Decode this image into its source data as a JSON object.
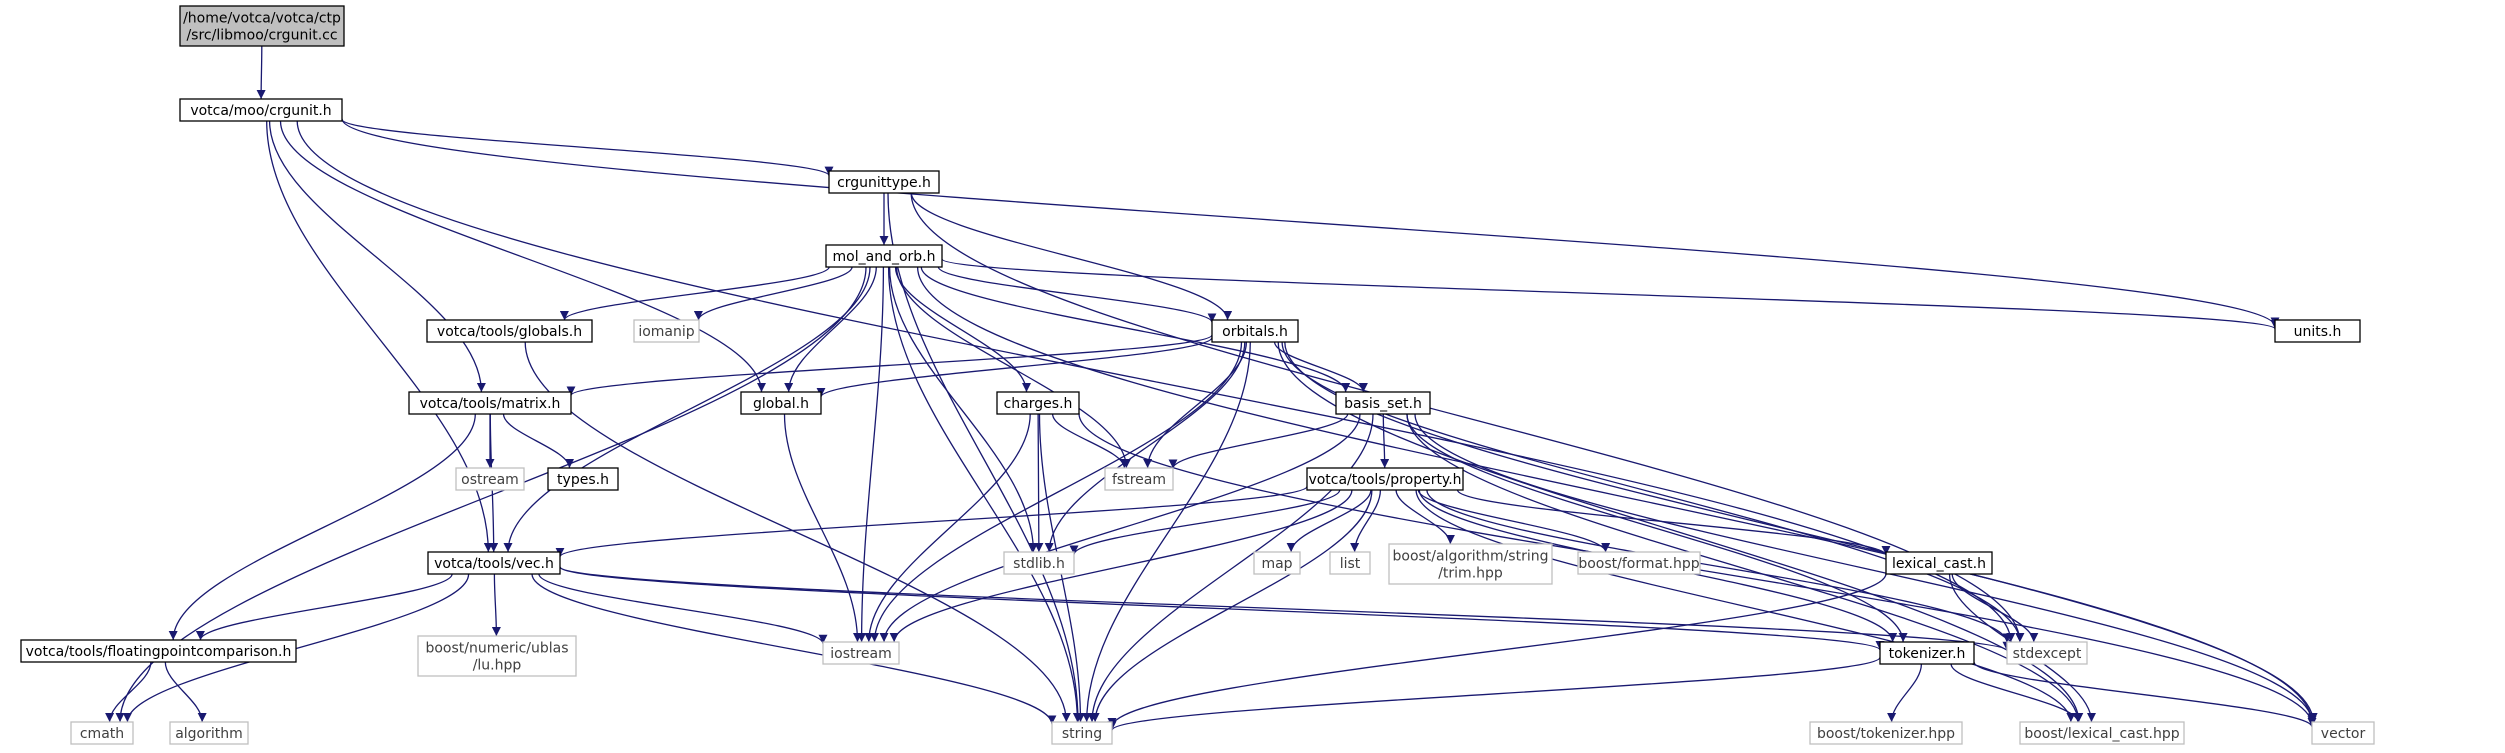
{
  "colors": {
    "edge": "#191970",
    "root_fill": "#bfbfbf",
    "header_border": "#000000",
    "system_border": "#bfbfbf",
    "system_text": "#404040",
    "text": "#000000"
  },
  "nodes": [
    {
      "id": "root",
      "lines": [
        "/home/votca/votca/ctp",
        "/src/libmoo/crgunit.cc"
      ],
      "kind": "root"
    },
    {
      "id": "crgunit_h",
      "lines": [
        "votca/moo/crgunit.h"
      ],
      "kind": "header"
    },
    {
      "id": "crgunittype_h",
      "lines": [
        "crgunittype.h"
      ],
      "kind": "header"
    },
    {
      "id": "mol_and_orb_h",
      "lines": [
        "mol_and_orb.h"
      ],
      "kind": "header"
    },
    {
      "id": "units_h",
      "lines": [
        "units.h"
      ],
      "kind": "header"
    },
    {
      "id": "globals_h",
      "lines": [
        "votca/tools/globals.h"
      ],
      "kind": "header"
    },
    {
      "id": "iomanip",
      "lines": [
        "iomanip"
      ],
      "kind": "system"
    },
    {
      "id": "orbitals_h",
      "lines": [
        "orbitals.h"
      ],
      "kind": "header"
    },
    {
      "id": "matrix_h",
      "lines": [
        "votca/tools/matrix.h"
      ],
      "kind": "header"
    },
    {
      "id": "global_h",
      "lines": [
        "global.h"
      ],
      "kind": "header"
    },
    {
      "id": "charges_h",
      "lines": [
        "charges.h"
      ],
      "kind": "header"
    },
    {
      "id": "basis_set_h",
      "lines": [
        "basis_set.h"
      ],
      "kind": "header"
    },
    {
      "id": "ostream",
      "lines": [
        "ostream"
      ],
      "kind": "system"
    },
    {
      "id": "types_h",
      "lines": [
        "types.h"
      ],
      "kind": "header"
    },
    {
      "id": "fstream",
      "lines": [
        "fstream"
      ],
      "kind": "system"
    },
    {
      "id": "property_h",
      "lines": [
        "votca/tools/property.h"
      ],
      "kind": "header"
    },
    {
      "id": "vec_h",
      "lines": [
        "votca/tools/vec.h"
      ],
      "kind": "header"
    },
    {
      "id": "stdlib_h",
      "lines": [
        "stdlib.h"
      ],
      "kind": "system"
    },
    {
      "id": "map",
      "lines": [
        "map"
      ],
      "kind": "system"
    },
    {
      "id": "list",
      "lines": [
        "list"
      ],
      "kind": "system"
    },
    {
      "id": "trim_hpp",
      "lines": [
        "boost/algorithm/string",
        "/trim.hpp"
      ],
      "kind": "system"
    },
    {
      "id": "format_hpp",
      "lines": [
        "boost/format.hpp"
      ],
      "kind": "system"
    },
    {
      "id": "lexical_cast_h",
      "lines": [
        "lexical_cast.h"
      ],
      "kind": "header"
    },
    {
      "id": "fpc_h",
      "lines": [
        "votca/tools/floatingpointcomparison.h"
      ],
      "kind": "header"
    },
    {
      "id": "lu_hpp",
      "lines": [
        "boost/numeric/ublas",
        "/lu.hpp"
      ],
      "kind": "system"
    },
    {
      "id": "iostream",
      "lines": [
        "iostream"
      ],
      "kind": "system"
    },
    {
      "id": "tokenizer_h",
      "lines": [
        "tokenizer.h"
      ],
      "kind": "header"
    },
    {
      "id": "stdexcept",
      "lines": [
        "stdexcept"
      ],
      "kind": "system"
    },
    {
      "id": "cmath",
      "lines": [
        "cmath"
      ],
      "kind": "system"
    },
    {
      "id": "algorithm",
      "lines": [
        "algorithm"
      ],
      "kind": "system"
    },
    {
      "id": "string",
      "lines": [
        "string"
      ],
      "kind": "system"
    },
    {
      "id": "boost_tokenizer_hpp",
      "lines": [
        "boost/tokenizer.hpp"
      ],
      "kind": "system"
    },
    {
      "id": "boost_lexical_cast_hpp",
      "lines": [
        "boost/lexical_cast.hpp"
      ],
      "kind": "system"
    },
    {
      "id": "vector",
      "lines": [
        "vector"
      ],
      "kind": "system"
    }
  ],
  "edges": [
    [
      "root",
      "crgunit_h"
    ],
    [
      "crgunit_h",
      "crgunittype_h"
    ],
    [
      "crgunit_h",
      "units_h"
    ],
    [
      "crgunit_h",
      "matrix_h"
    ],
    [
      "crgunit_h",
      "global_h"
    ],
    [
      "crgunit_h",
      "vec_h"
    ],
    [
      "crgunit_h",
      "stdexcept"
    ],
    [
      "crgunittype_h",
      "mol_and_orb_h"
    ],
    [
      "crgunittype_h",
      "orbitals_h"
    ],
    [
      "crgunittype_h",
      "string"
    ],
    [
      "crgunittype_h",
      "stdexcept"
    ],
    [
      "mol_and_orb_h",
      "units_h"
    ],
    [
      "mol_and_orb_h",
      "globals_h"
    ],
    [
      "mol_and_orb_h",
      "iomanip"
    ],
    [
      "mol_and_orb_h",
      "orbitals_h"
    ],
    [
      "mol_and_orb_h",
      "global_h"
    ],
    [
      "mol_and_orb_h",
      "charges_h"
    ],
    [
      "mol_and_orb_h",
      "basis_set_h"
    ],
    [
      "mol_and_orb_h",
      "vec_h"
    ],
    [
      "mol_and_orb_h",
      "fstream"
    ],
    [
      "mol_and_orb_h",
      "stdlib_h"
    ],
    [
      "mol_and_orb_h",
      "iostream"
    ],
    [
      "mol_and_orb_h",
      "string"
    ],
    [
      "mol_and_orb_h",
      "cmath"
    ],
    [
      "mol_and_orb_h",
      "vector"
    ],
    [
      "globals_h",
      "string"
    ],
    [
      "orbitals_h",
      "matrix_h"
    ],
    [
      "orbitals_h",
      "global_h"
    ],
    [
      "orbitals_h",
      "basis_set_h"
    ],
    [
      "orbitals_h",
      "fstream"
    ],
    [
      "orbitals_h",
      "stdlib_h"
    ],
    [
      "orbitals_h",
      "iostream"
    ],
    [
      "orbitals_h",
      "string"
    ],
    [
      "orbitals_h",
      "stdexcept"
    ],
    [
      "orbitals_h",
      "boost_lexical_cast_hpp"
    ],
    [
      "orbitals_h",
      "vector"
    ],
    [
      "matrix_h",
      "ostream"
    ],
    [
      "matrix_h",
      "types_h"
    ],
    [
      "matrix_h",
      "vec_h"
    ],
    [
      "matrix_h",
      "fpc_h"
    ],
    [
      "global_h",
      "iostream"
    ],
    [
      "charges_h",
      "fstream"
    ],
    [
      "charges_h",
      "stdlib_h"
    ],
    [
      "charges_h",
      "iostream"
    ],
    [
      "charges_h",
      "string"
    ],
    [
      "charges_h",
      "vector"
    ],
    [
      "basis_set_h",
      "property_h"
    ],
    [
      "basis_set_h",
      "fstream"
    ],
    [
      "basis_set_h",
      "iostream"
    ],
    [
      "basis_set_h",
      "tokenizer_h"
    ],
    [
      "basis_set_h",
      "string"
    ],
    [
      "basis_set_h",
      "boost_lexical_cast_hpp"
    ],
    [
      "basis_set_h",
      "vector"
    ],
    [
      "property_h",
      "vec_h"
    ],
    [
      "property_h",
      "stdlib_h"
    ],
    [
      "property_h",
      "map"
    ],
    [
      "property_h",
      "list"
    ],
    [
      "property_h",
      "trim_hpp"
    ],
    [
      "property_h",
      "format_hpp"
    ],
    [
      "property_h",
      "lexical_cast_h"
    ],
    [
      "property_h",
      "iostream"
    ],
    [
      "property_h",
      "tokenizer_h"
    ],
    [
      "property_h",
      "string"
    ],
    [
      "property_h",
      "stdexcept"
    ],
    [
      "property_h",
      "boost_lexical_cast_hpp"
    ],
    [
      "vec_h",
      "fpc_h"
    ],
    [
      "vec_h",
      "lu_hpp"
    ],
    [
      "vec_h",
      "iostream"
    ],
    [
      "vec_h",
      "tokenizer_h"
    ],
    [
      "vec_h",
      "stdexcept"
    ],
    [
      "vec_h",
      "cmath"
    ],
    [
      "vec_h",
      "string"
    ],
    [
      "lexical_cast_h",
      "stdexcept"
    ],
    [
      "lexical_cast_h",
      "string"
    ],
    [
      "lexical_cast_h",
      "boost_lexical_cast_hpp"
    ],
    [
      "fpc_h",
      "cmath"
    ],
    [
      "fpc_h",
      "algorithm"
    ],
    [
      "tokenizer_h",
      "string"
    ],
    [
      "tokenizer_h",
      "boost_tokenizer_hpp"
    ],
    [
      "tokenizer_h",
      "boost_lexical_cast_hpp"
    ],
    [
      "tokenizer_h",
      "vector"
    ]
  ]
}
